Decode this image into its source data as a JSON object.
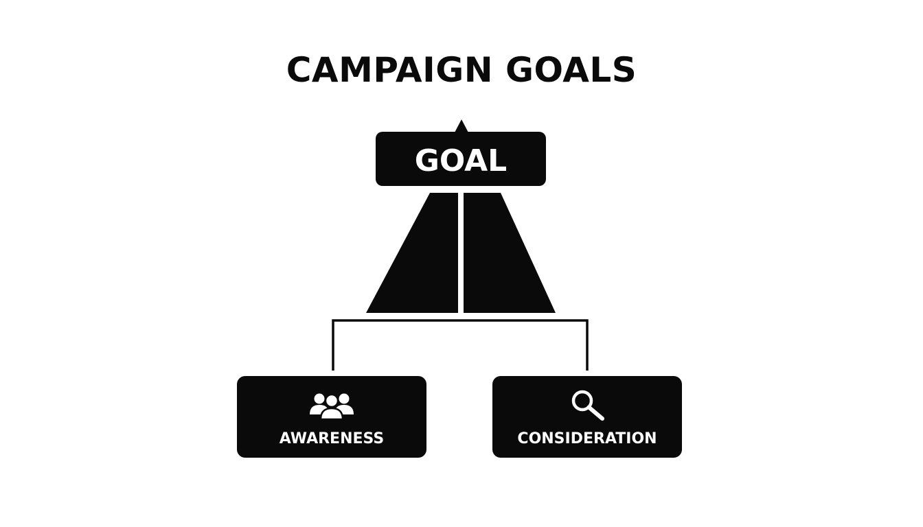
{
  "title": "CAMPAIGN GOALS",
  "goal_node": {
    "label": "GOAL"
  },
  "children": [
    {
      "label": "AWARENESS",
      "icon": "people-group-icon"
    },
    {
      "label": "CONSIDERATION",
      "icon": "magnifying-glass-icon"
    }
  ],
  "colors": {
    "background": "#ffffff",
    "ink": "#0a0a0a",
    "node_text": "#ffffff"
  }
}
